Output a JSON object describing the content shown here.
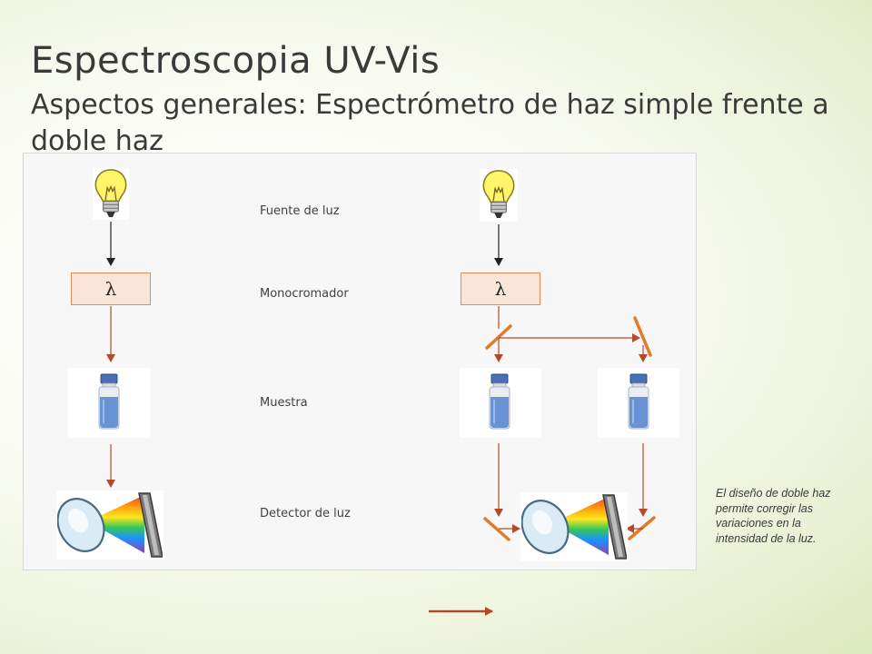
{
  "slide": {
    "title": "Espectroscopia UV-Vis",
    "subtitle": "Aspectos generales: Espectrómetro de haz simple frente a doble haz"
  },
  "diagram": {
    "labels": {
      "source": "Fuente de luz",
      "monochromator": "Monocromador",
      "sample": "Muestra",
      "detector": "Detector de luz"
    },
    "monochromator_symbol": "λ",
    "note": "El diseño de doble haz permite corregir las variaciones en la intensidad de la luz.",
    "colors": {
      "beam": "#b5482a",
      "mirror": "#e07b2c",
      "black_arrow": "#222222",
      "mono_fill": "#fbe5d6",
      "mono_border": "#e08a5a"
    },
    "icons": {
      "source": "light-bulb-icon",
      "sample": "sample-vial-icon",
      "detector": "light-detector-icon",
      "mirror": "mirror-icon"
    }
  }
}
